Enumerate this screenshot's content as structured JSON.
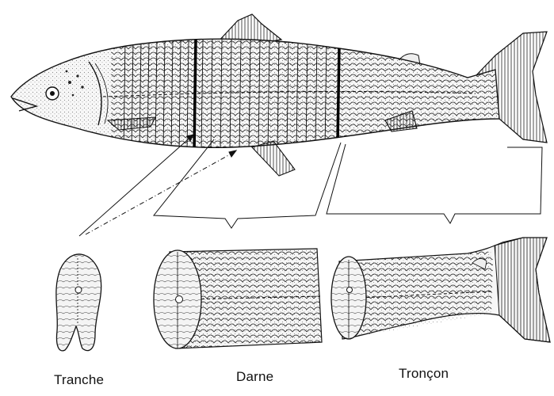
{
  "labels": {
    "tranche": "Tranche",
    "darne": "Darne",
    "troncon": "Tronçon"
  },
  "colors": {
    "ink": "#1a1a1a",
    "paper": "#ffffff"
  }
}
